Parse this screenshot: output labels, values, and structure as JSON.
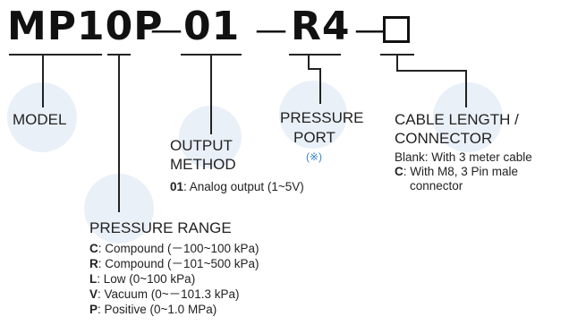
{
  "code": {
    "model": "MP10P",
    "sep1": "—",
    "output": "01",
    "sep2": "—",
    "port": "R4",
    "sep3": "—"
  },
  "labels": {
    "model": "MODEL",
    "output_line1": "OUTPUT",
    "output_line2": "METHOD",
    "port_line1": "PRESSURE",
    "port_line2": "PORT",
    "port_note": "(※)",
    "cable_line1": "CABLE LENGTH /",
    "cable_line2": "CONNECTOR",
    "range": "PRESSURE RANGE"
  },
  "output_options": [
    {
      "code": "01",
      "text": ": Analog output (1~5V)"
    }
  ],
  "cable_options": [
    {
      "code": "",
      "text": "Blank: With 3 meter cable"
    },
    {
      "code": "C",
      "text": ": With M8, 3 Pin male"
    },
    {
      "code": "",
      "text": "connector"
    }
  ],
  "range_options": [
    {
      "code": "C",
      "text": ": Compound (－100~100 kPa)"
    },
    {
      "code": "R",
      "text": ": Compound (－101~500 kPa)"
    },
    {
      "code": "L",
      "text": ": Low (0~100 kPa)"
    },
    {
      "code": "V",
      "text": ": Vacuum (0~－101.3 kPa)"
    },
    {
      "code": "P",
      "text": ": Positive (0~1.0 MPa)"
    }
  ],
  "colors": {
    "bubble": "#eaf0f8",
    "note": "#3a86c8",
    "text": "#222222"
  }
}
